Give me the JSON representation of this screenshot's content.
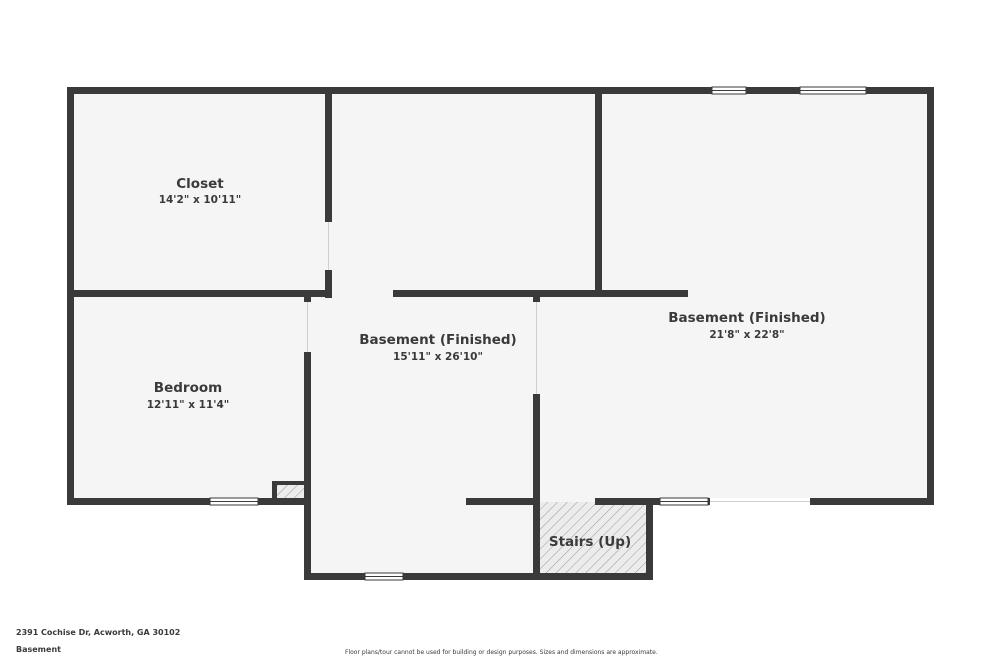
{
  "rooms": {
    "closet": {
      "name": "Closet",
      "dims": "14'2\" x 10'11\""
    },
    "bedroom": {
      "name": "Bedroom",
      "dims": "12'11\" x 11'4\""
    },
    "basement_center": {
      "name": "Basement (Finished)",
      "dims": "15'11\" x 26'10\""
    },
    "basement_right": {
      "name": "Basement (Finished)",
      "dims": "21'8\" x 22'8\""
    },
    "stairs": {
      "name": "Stairs (Up)"
    }
  },
  "footer": {
    "address": "2391 Cochise Dr, Acworth, GA 30102",
    "level": "Basement",
    "disclaimer": "Floor plans/tour cannot be used for building or design purposes. Sizes and dimensions are approximate."
  },
  "colors": {
    "wall": "#3a3a3a",
    "floor": "#f5f5f5",
    "stairs_floor": "#e4e4e4",
    "window": "#ffffff"
  }
}
